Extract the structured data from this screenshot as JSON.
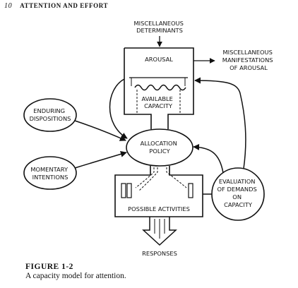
{
  "header": {
    "page_number": "10",
    "running_title": "ATTENTION AND EFFORT"
  },
  "diagram": {
    "top_input": [
      "MISCELLANEOUS",
      "DETERMINANTS"
    ],
    "arousal": "AROUSAL",
    "side_output": [
      "MISCELLANEOUS",
      "MANIFESTATIONS",
      "OF AROUSAL"
    ],
    "available_capacity": [
      "AVAILABLE",
      "CAPACITY"
    ],
    "enduring_dispositions": [
      "ENDURING",
      "DISPOSITIONS"
    ],
    "allocation_policy": [
      "ALLOCATION",
      "POLICY"
    ],
    "momentary_intentions": [
      "MOMENTARY",
      "INTENTIONS"
    ],
    "evaluation": [
      "EVALUATION",
      "OF DEMANDS",
      "ON",
      "CAPACITY"
    ],
    "possible_activities": "POSSIBLE ACTIVITIES",
    "responses": "RESPONSES"
  },
  "caption": {
    "figure_label": "FIGURE  1-2",
    "description": "A capacity model for attention."
  }
}
